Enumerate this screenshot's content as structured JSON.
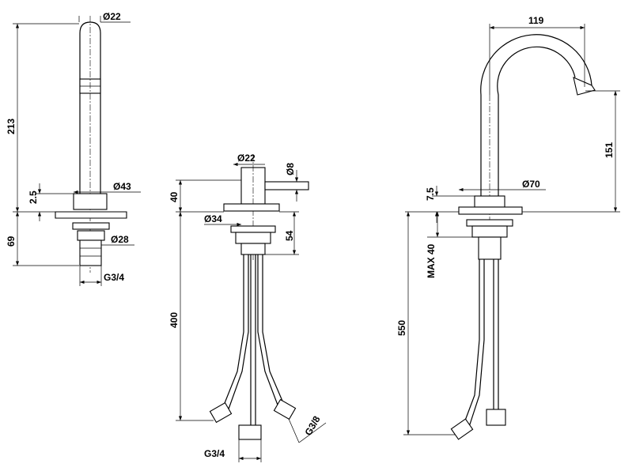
{
  "left_spout": {
    "dia_top": "Ø22",
    "height_total": "213",
    "base_thickness": "2.5",
    "dia_base": "Ø43",
    "below_height": "69",
    "dia_shank": "Ø28",
    "thread": "G3/4"
  },
  "mixer": {
    "dia_body": "Ø22",
    "dia_lever": "Ø8",
    "body_height": "40",
    "dia_shank": "Ø34",
    "shank_length": "54",
    "hose_length": "400",
    "thread_outlet": "G3/4",
    "thread_inlet": "G3/8"
  },
  "right_spout": {
    "reach": "119",
    "spout_height": "151",
    "base_thickness": "7.5",
    "dia_base": "Ø70",
    "max_deck": "MAX 40",
    "hose_length": "550"
  }
}
